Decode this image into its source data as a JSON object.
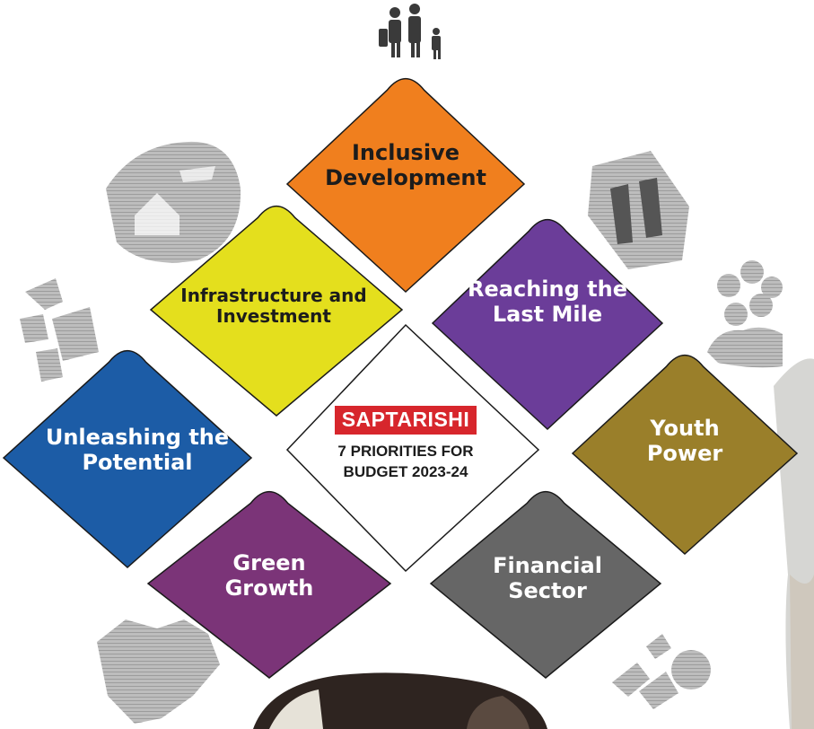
{
  "center": {
    "badge": "SAPTARISHI",
    "line1": "7 PRIORITIES FOR",
    "line2": "BUDGET 2023-24"
  },
  "priorities": [
    {
      "line1": "Inclusive",
      "line2": "Development",
      "color": "#f07f1e"
    },
    {
      "line1": "Reaching the",
      "line2": "Last Mile",
      "color": "#6b3d99"
    },
    {
      "line1": "Youth",
      "line2": "Power",
      "color": "#9a7f2a"
    },
    {
      "line1": "Financial",
      "line2": "Sector",
      "color": "#666666"
    },
    {
      "line1": "Green",
      "line2": "Growth",
      "color": "#7b3478"
    },
    {
      "line1": "Unleashing the",
      "line2": "Potential",
      "color": "#1c5ca6"
    },
    {
      "line1": "Infrastructure and",
      "line2": "Investment",
      "color": "#e4df1d"
    }
  ],
  "icons": [
    "family-icon",
    "houses-icon",
    "buildings-icon",
    "people-group-icon",
    "growth-chart-icon",
    "city-icon",
    "coins-chart-icon"
  ]
}
